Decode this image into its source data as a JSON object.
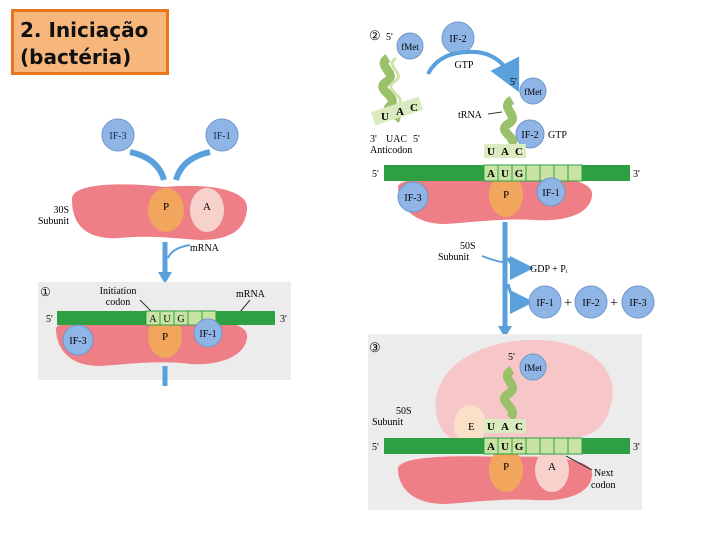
{
  "slide": {
    "title_line1": "2. Iniciação",
    "title_line2": "(bactéria)"
  },
  "colors": {
    "title_bg": "#f7b77c",
    "title_border": "#e8741c",
    "mrna_green": "#2ea043",
    "codon_green": "#c8e3a4",
    "ribosome_pink": "#ef7f86",
    "p_site_orange": "#f2a55c",
    "large_subunit_pink": "#f7c6c8",
    "factor_blue": "#8fb5e6",
    "arrow_blue": "#5aa0dc",
    "panel_gray": "#ececec"
  },
  "left": {
    "if3": "IF-3",
    "if1": "IF-1",
    "subunit_30s_1": "30S",
    "subunit_30s_2": "Subunit",
    "site_p": "P",
    "site_a": "A",
    "mrna_label": "mRNA",
    "step_num": "①",
    "initiation_1": "Initiation",
    "initiation_2": "codon",
    "mrna_label2": "mRNA",
    "five_prime": "5'",
    "three_prime": "3'",
    "codon": [
      "A",
      "U",
      "G"
    ],
    "if3_b": "IF-3",
    "if1_b": "IF-1",
    "site_p2": "P"
  },
  "top_right": {
    "step_num": "②",
    "five_prime_trna": "5'",
    "fmet": "fMet",
    "if2": "IF-2",
    "gtp": "GTP",
    "anticodon_letters": [
      "U",
      "A",
      "C"
    ],
    "anticodon_3": "3'",
    "anticodon_seq": "UAC",
    "anticodon_5": "5'",
    "anticodon_word": "Anticodon",
    "five_prime2": "5'",
    "fmet2": "fMet",
    "trna": "tRNA",
    "if2_b": "IF-2",
    "gtp2": "GTP",
    "trna_codon": [
      "U",
      "A",
      "C"
    ],
    "mrna_codon": [
      "A",
      "U",
      "G"
    ],
    "mrna_5": "5'",
    "mrna_3": "3'",
    "if3": "IF-3",
    "site_p": "P",
    "if1": "IF-1"
  },
  "middle_right": {
    "s50_1": "50S",
    "s50_2": "Subunit",
    "gdp": "GDP + Pᵢ",
    "if1": "IF-1",
    "plus1": "+",
    "if2": "IF-2",
    "plus2": "+",
    "if3": "IF-3"
  },
  "bottom_right": {
    "step_num": "③",
    "five_prime": "5'",
    "fmet": "fMet",
    "s50_1": "50S",
    "s50_2": "Subunit",
    "site_e": "E",
    "trna_codon": [
      "U",
      "A",
      "C"
    ],
    "mrna_codon": [
      "A",
      "U",
      "G"
    ],
    "mrna_5": "5'",
    "mrna_3": "3'",
    "site_p": "P",
    "site_a": "A",
    "next_1": "Next",
    "next_2": "codon"
  }
}
